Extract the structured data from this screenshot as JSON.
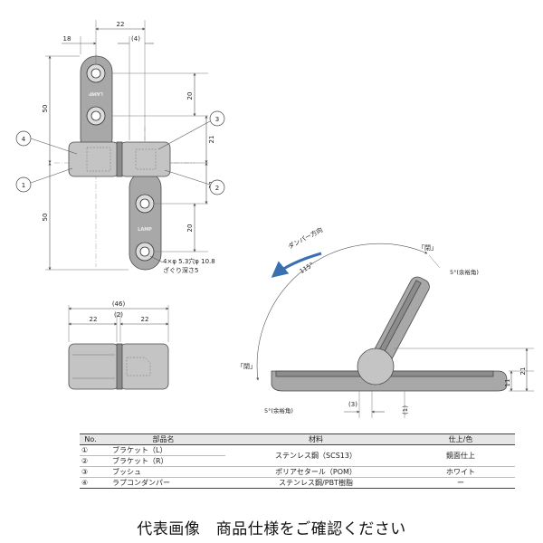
{
  "front_view": {
    "dim_22": "22",
    "dim_18": "18",
    "dim_4": "(4)",
    "dim_50_top": "50",
    "dim_50_bottom": "50",
    "dim_20_top": "20",
    "dim_21_top": "21",
    "dim_21_bottom": "21",
    "dim_20_bottom": "20",
    "engraving_top": "LAMP",
    "engraving_bottom": "LAMP",
    "hole_note_line1": "4×φ 5.3穴φ 10.8",
    "hole_note_line2": "ざぐり深さ5",
    "balloons": [
      "4",
      "1",
      "3",
      "2"
    ]
  },
  "side_view": {
    "dim_46": "(46)",
    "dim_2": "(2)",
    "dim_22_left": "22",
    "dim_22_right": "22"
  },
  "angle_view": {
    "damper_direction": "ダンパー方向",
    "closed_label_top": "「閉」",
    "closed_label_left": "「閉」",
    "angle_115": "115°",
    "margin_angle_top": "5°(余裕角)",
    "margin_angle_bottom": "5°(余裕角)",
    "dim_21": "21",
    "dim_11": "11",
    "dim_3": "(3)",
    "dim_1": "(1)"
  },
  "parts_table": {
    "headers": [
      "No.",
      "部品名",
      "材料",
      "仕上/色"
    ],
    "rows": [
      {
        "no": "①",
        "name": "ブラケット（L）",
        "material": "ステンレス鋼（SCS13）",
        "finish": "鏡面仕上"
      },
      {
        "no": "②",
        "name": "ブラケット（R）",
        "material": "",
        "finish": ""
      },
      {
        "no": "③",
        "name": "ブッシュ",
        "material": "ポリアセタール（POM）",
        "finish": "ホワイト"
      },
      {
        "no": "④",
        "name": "ラプコンダンパー",
        "material": "ステンレス鋼/PBT樹脂",
        "finish": "ー"
      }
    ]
  },
  "caption": "代表画像　商品仕様をご確認ください"
}
